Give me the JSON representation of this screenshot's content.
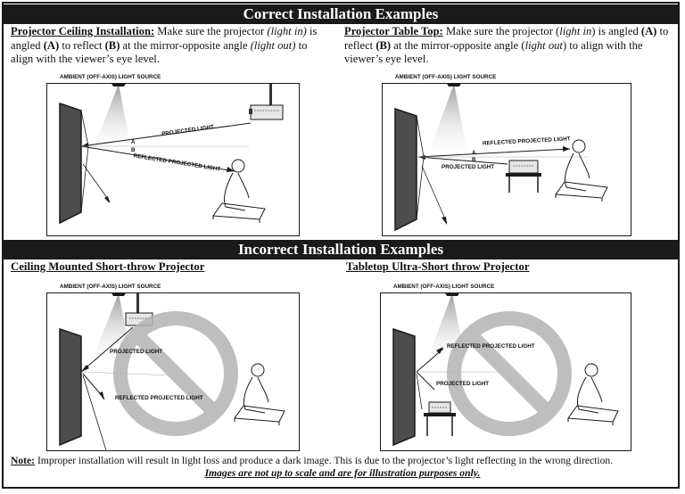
{
  "sections": {
    "correct_title": "Correct Installation Examples",
    "incorrect_title": "Incorrect Installation Examples"
  },
  "correct": {
    "ceiling": {
      "heading": "Projector Ceiling Installation:",
      "text1": " Make sure the projector ",
      "light_in": "(light in)",
      "text2": " is angled ",
      "a": "(A)",
      "text3": " to reflect ",
      "b": "(B)",
      "text4": " at the mirror-opposite angle ",
      "light_out": "(light out)",
      "text5": " to align with the viewer’s eye level."
    },
    "tabletop": {
      "heading": "Projector Table Top:",
      "text1": " Make sure the projector (",
      "light_in": "light in",
      "text2": ") is angled ",
      "a": "(A)",
      "text3": " to reflect ",
      "b": "(B)",
      "text4": " at the mirror-opposite angle (",
      "light_out": "light out",
      "text5": ") to align with the viewer’s eye level."
    }
  },
  "incorrect": {
    "ceiling_heading": "Ceiling Mounted Short-throw Projector",
    "tabletop_heading": "Tabletop Ultra-Short throw Projector"
  },
  "labels": {
    "ambient": "AMBIENT (OFF-AXIS) LIGHT SOURCE",
    "projected": "PROJECTED LIGHT",
    "reflected": "REFLECTED PROJECTED LIGHT",
    "angle_a": "A",
    "angle_b": "B"
  },
  "footer": {
    "note_label": "Note:",
    "note_text": " Improper installation will result in light loss and produce a dark image.  This is due to the projector’s light reflecting in the wrong direction.",
    "scale_text": "Images are not up to scale and are for illustration purposes only."
  },
  "colors": {
    "banner": "#1a1a1a",
    "screen": "#4d4d4d",
    "prohibit_sign": "#b3b3b3"
  },
  "icons": [
    "screen-panel-icon",
    "projector-icon",
    "seated-viewer-icon",
    "ambient-light-bulb-icon",
    "prohibited-sign-icon"
  ]
}
